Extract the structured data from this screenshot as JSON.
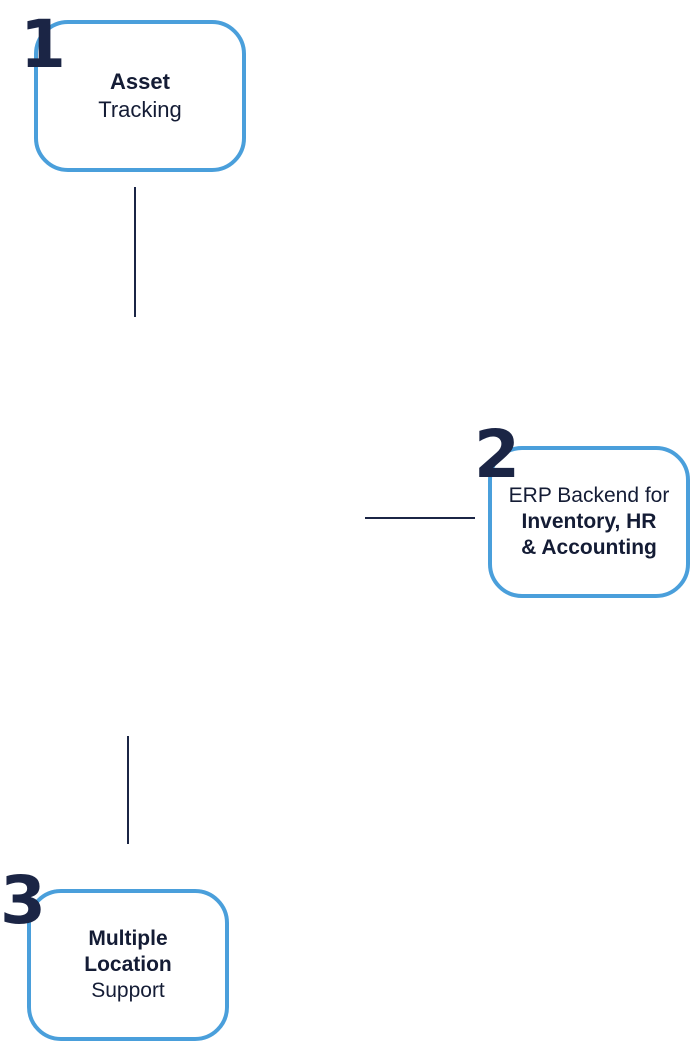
{
  "colors": {
    "card_border": "#4a9fdb",
    "number_text": "#1b2545",
    "card_text": "#141c35",
    "connector": "#1b2545",
    "background": "#ffffff"
  },
  "steps": [
    {
      "number": "1",
      "lines": [
        {
          "text": "Asset",
          "bold": true
        },
        {
          "text": "Tracking",
          "bold": false
        }
      ]
    },
    {
      "number": "2",
      "lines": [
        {
          "text": "ERP Backend for",
          "bold": false
        },
        {
          "text": "Inventory, HR",
          "bold": true
        },
        {
          "text": "& Accounting",
          "bold": true
        }
      ]
    },
    {
      "number": "3",
      "lines": [
        {
          "text": "Multiple",
          "bold": true
        },
        {
          "text": "Location",
          "bold": true
        },
        {
          "text": "Support",
          "bold": false
        }
      ]
    }
  ]
}
